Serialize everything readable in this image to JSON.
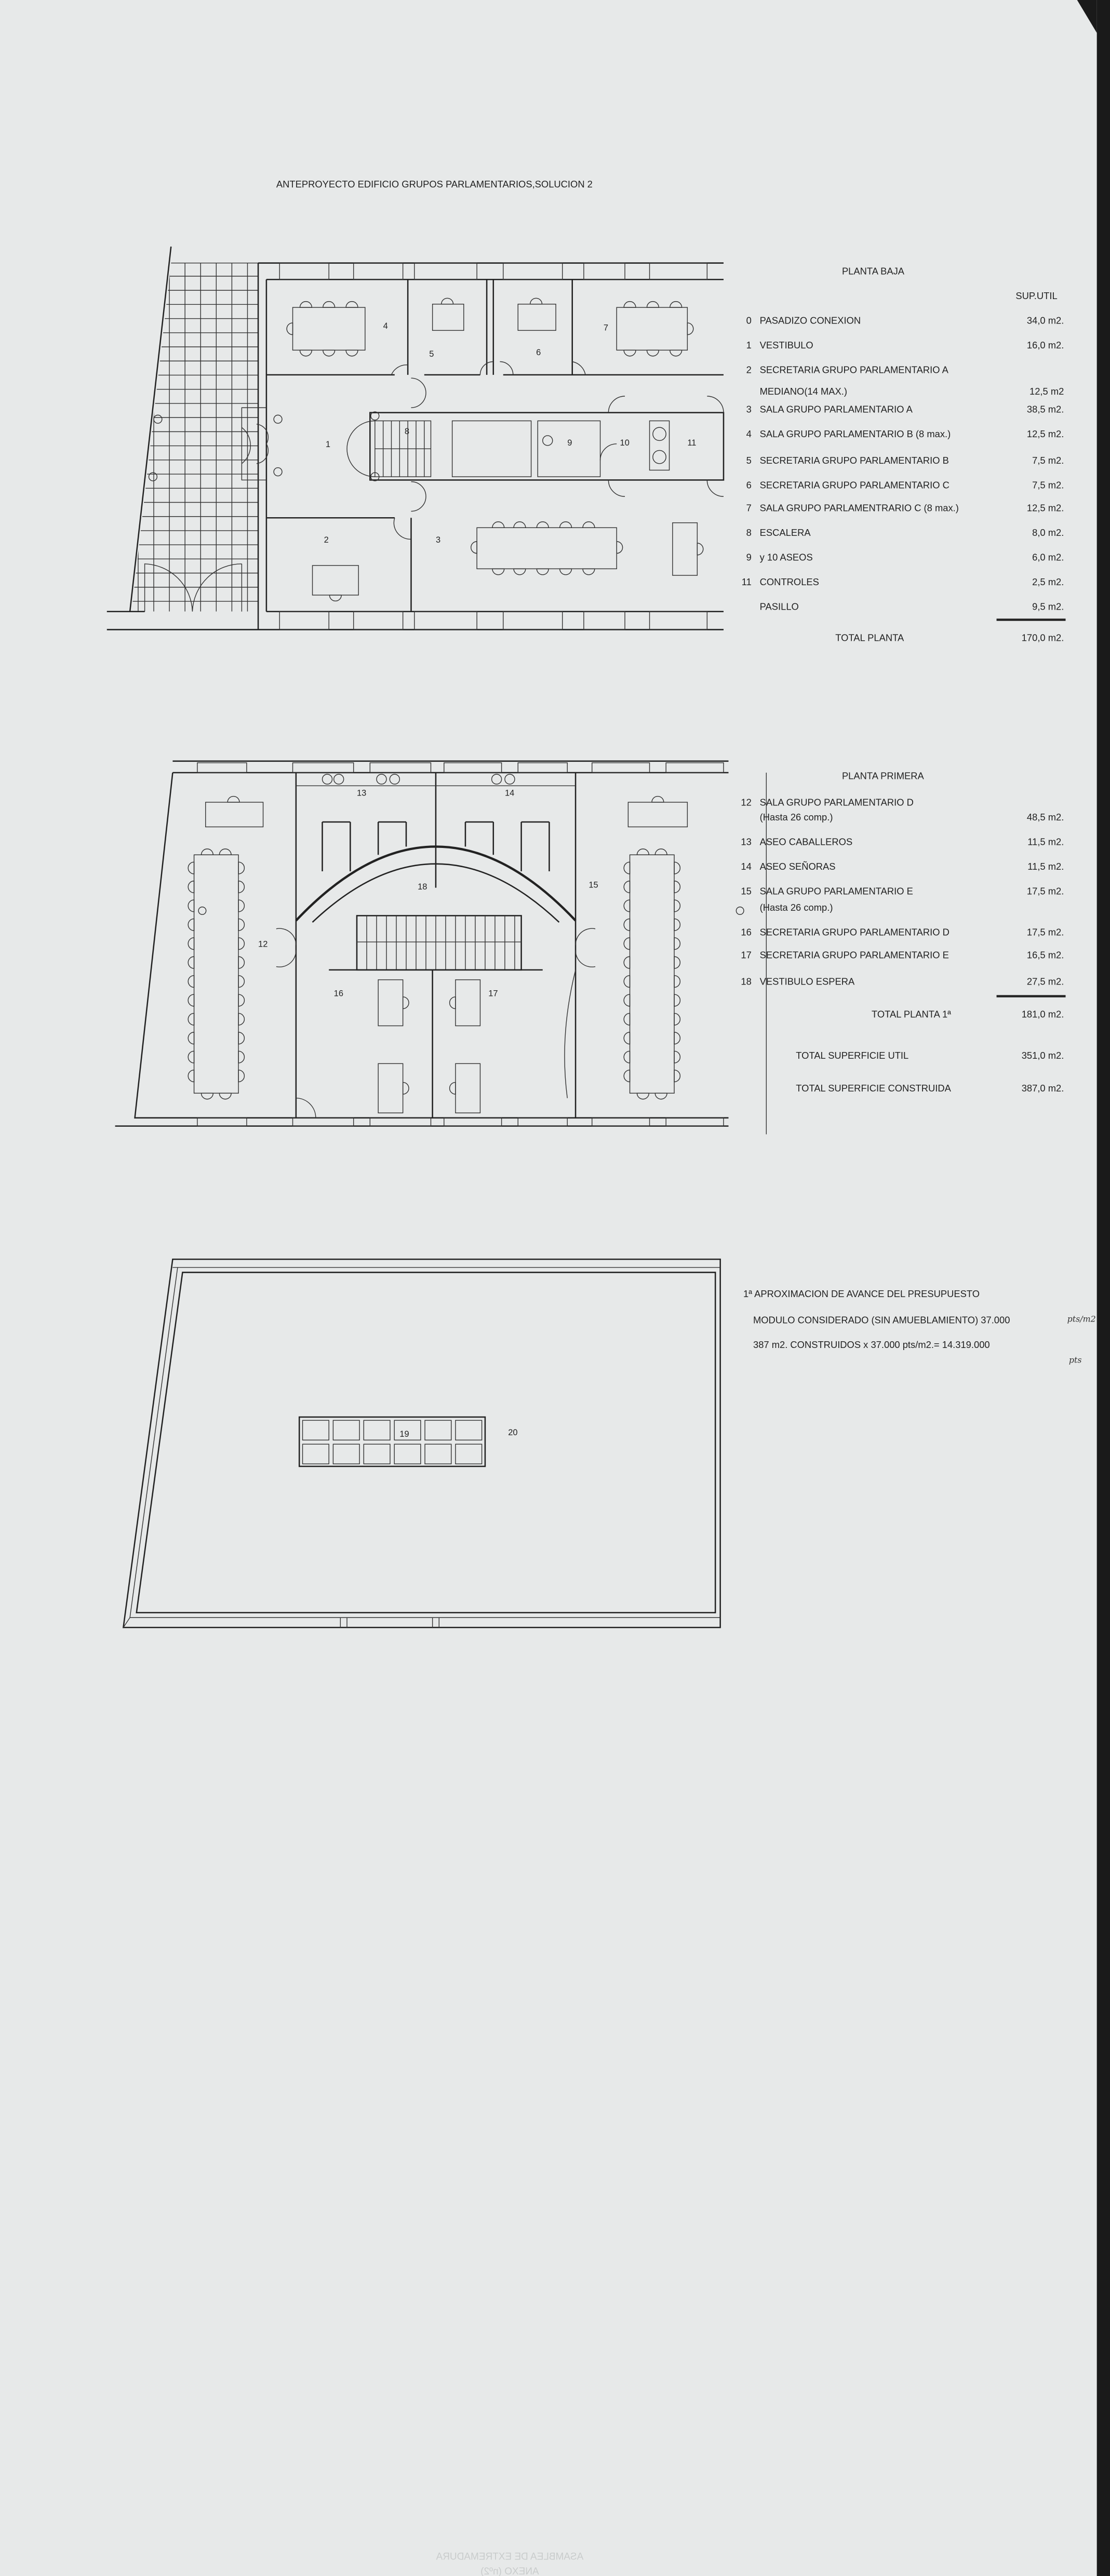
{
  "title": "ANTEPROYECTO EDIFICIO GRUPOS PARLAMENTARIOS,SOLUCION 2",
  "planta_baja": {
    "heading": "PLANTA BAJA",
    "column_header": "SUP.UTIL",
    "rows": [
      {
        "num": "0",
        "label": "PASADIZO CONEXION",
        "value": "34,0 m2."
      },
      {
        "num": "1",
        "label": "VESTIBULO",
        "value": "16,0 m2."
      },
      {
        "num": "2",
        "label": "SECRETARIA GRUPO PARLAMENTARIO A",
        "label2": "MEDIANO(14 MAX.)",
        "value": "12,5 m2"
      },
      {
        "num": "3",
        "label": "SALA GRUPO PARLAMENTARIO A",
        "value": "38,5 m2."
      },
      {
        "num": "4",
        "label": "SALA GRUPO PARLAMENTARIO B (8 max.)",
        "value": "12,5 m2."
      },
      {
        "num": "5",
        "label": "SECRETARIA GRUPO PARLAMENTARIO B",
        "value": "7,5 m2."
      },
      {
        "num": "6",
        "label": "SECRETARIA GRUPO PARLAMENTARIO C",
        "value": "7,5 m2."
      },
      {
        "num": "7",
        "label": "SALA GRUPO PARLAMENTRARIO C (8 max.)",
        "value": "12,5 m2."
      },
      {
        "num": "8",
        "label": "ESCALERA",
        "value": "8,0 m2."
      },
      {
        "num": "9",
        "label": "y 10 ASEOS",
        "value": "6,0 m2."
      },
      {
        "num": "11",
        "label": "CONTROLES",
        "value": "2,5 m2."
      },
      {
        "num": "",
        "label": "PASILLO",
        "value": "9,5 m2."
      }
    ],
    "total_label": "TOTAL PLANTA",
    "total_value": "170,0 m2."
  },
  "planta_primera": {
    "heading": "PLANTA PRIMERA",
    "rows": [
      {
        "num": "12",
        "label": "SALA GRUPO PARLAMENTARIO  D",
        "label2": "(Hasta 26 comp.)",
        "value": "48,5 m2."
      },
      {
        "num": "13",
        "label": "ASEO CABALLEROS",
        "value": "11,5 m2."
      },
      {
        "num": "14",
        "label": "ASEO SEÑORAS",
        "value": "11,5 m2."
      },
      {
        "num": "15",
        "label": "SALA GRUPO PARLAMENTARIO  E",
        "label2": "(Hasta 26 comp.)",
        "value": "17,5 m2."
      },
      {
        "num": "16",
        "label": "SECRETARIA GRUPO PARLAMENTARIO  D",
        "value": "17,5 m2."
      },
      {
        "num": "17",
        "label": "SECRETARIA GRUPO PARLAMENTARIO  E",
        "value": "16,5 m2."
      },
      {
        "num": "18",
        "label": "VESTIBULO ESPERA",
        "value": "27,5 m2."
      }
    ],
    "total_label": "TOTAL PLANTA 1ª",
    "total_value": "181,0 m2."
  },
  "totals": {
    "util_label": "TOTAL SUPERFICIE UTIL",
    "util_value": "351,0 m2.",
    "construida_label": "TOTAL SUPERFICIE CONSTRUIDA",
    "construida_value": "387,0 m2."
  },
  "budget": {
    "heading": "1ª APROXIMACION DE AVANCE DEL PRESUPUESTO",
    "line1": "MODULO CONSIDERADO (SIN AMUEBLAMIENTO) 37.000",
    "line1_handwritten": "pts/m2",
    "line2": "387 m2. CONSTRUIDOS x 37.000 pts/m2.= 14.319.000",
    "line2_handwritten": "pts"
  },
  "plan_labels": {
    "ground": [
      "1",
      "2",
      "3",
      "4",
      "5",
      "6",
      "7",
      "8",
      "9",
      "10",
      "11"
    ],
    "first": [
      "12",
      "13",
      "14",
      "15",
      "16",
      "17",
      "18"
    ],
    "roof": [
      "19",
      "20"
    ]
  },
  "stamp": {
    "line1": "ASAMBLEA DE EXTREMADURA",
    "line2": "ANEXO (nº2)"
  }
}
